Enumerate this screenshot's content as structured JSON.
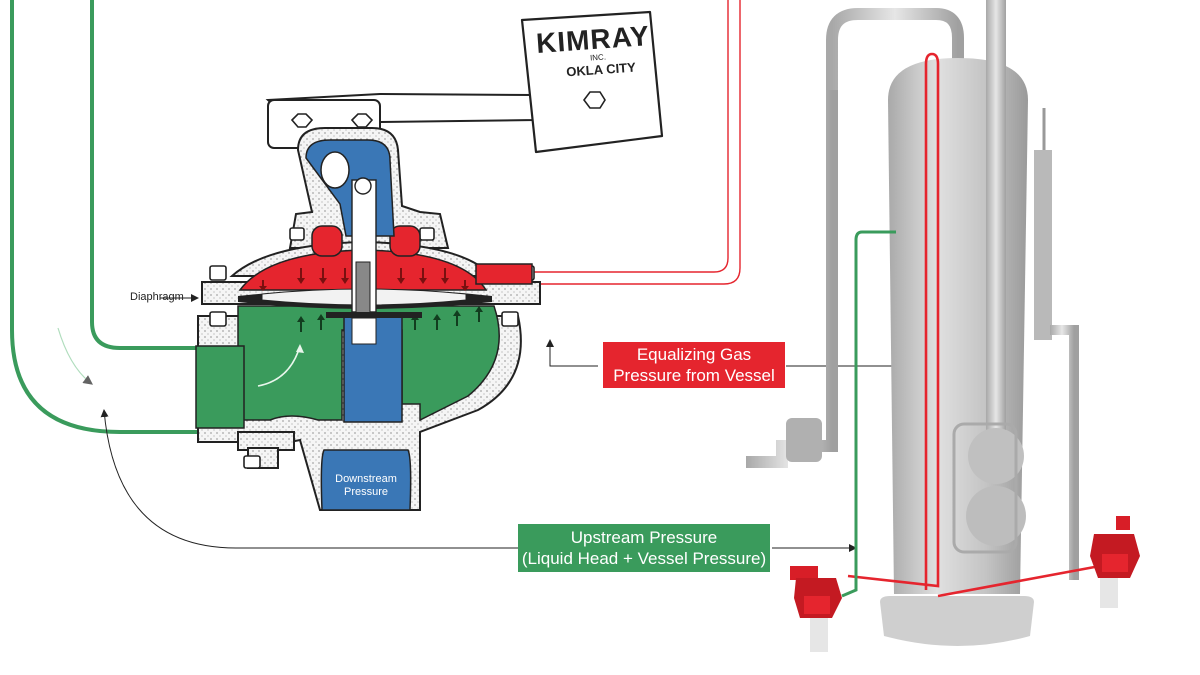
{
  "brand": {
    "name": "KIMRAY",
    "sub": "INC.",
    "city": "OKLA CITY"
  },
  "labels": {
    "diaphragm": "Diaphragm",
    "downstream": [
      "Downstream",
      "Pressure"
    ],
    "equalizing": [
      "Equalizing Gas",
      "Pressure from Vessel"
    ],
    "upstream": [
      "Upstream Pressure",
      "(Liquid Head + Vessel Pressure)"
    ]
  },
  "colors": {
    "gas": "#e5252e",
    "liquid": "#3a9b5c",
    "stem": "#3a77b6",
    "vessel": "#c8c8c8",
    "body_stipple": "#f2f2f2"
  }
}
